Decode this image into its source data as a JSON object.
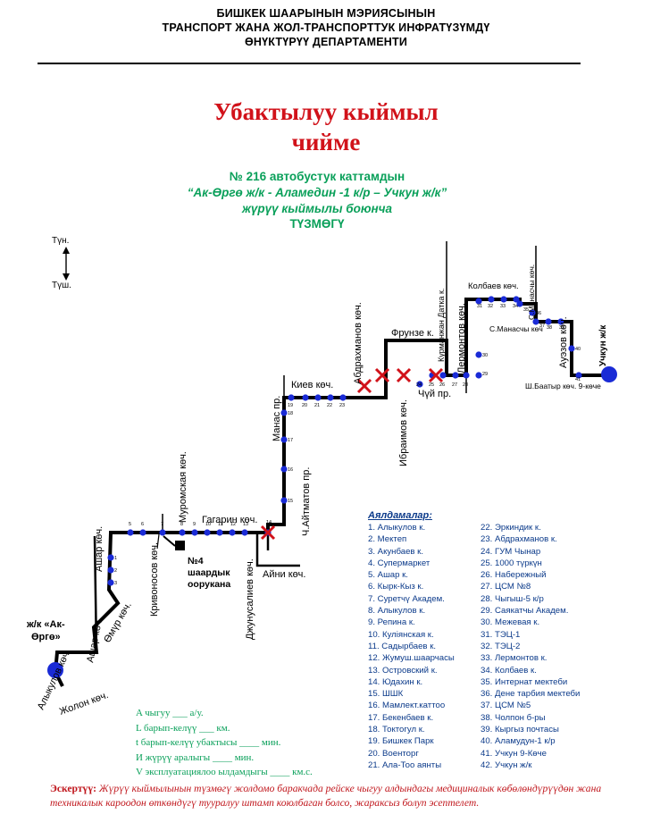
{
  "header": {
    "line1": "БИШКЕК ШААРЫНЫН  МЭРИЯСЫНЫН",
    "line2": "ТРАНСПОРТ ЖАНА ЖОЛ-ТРАНСПОРТТУК ИНФРАТҮЗҮМДҮ",
    "line3": "ӨНҮКТҮРҮҮ ДЕПАРТАМЕНТИ"
  },
  "title": {
    "line1": "Убактылуу кыймыл",
    "line2": "чийме"
  },
  "subtitle": {
    "line1": "№ 216  автобустук каттамдын",
    "line2": "“Ак-Өргө ж/к  - Аламедин -1 к/р – Учкун ж/к”",
    "line3": "жүрүү кыймылы боюнча",
    "line4": "ТҮЗМӨГҮ"
  },
  "compass": {
    "north": "Түн.",
    "south": "Түш."
  },
  "colors": {
    "route": "#000000",
    "stop": "#1a2bd6",
    "closure": "#d1121a",
    "terminal": "#1a2bd6",
    "title": "#d1121a",
    "subtitle": "#0aa05a",
    "legend": "#0b3a8a"
  },
  "map": {
    "terminal_start": "ж/к «Ак-\nӨргө»",
    "terminal_end": "Учкун ж/к",
    "depot_label": "№4\nшаардык\nоорукана",
    "streets": {
      "alykulov": "Алыкулов көч.",
      "jolon": "Жолон көч.",
      "ashar_low": "Ашар көч.",
      "omur": "Өмүр көч.",
      "ashar_up": "Ашар көч.",
      "krivonosov": "Кривоносов көч.",
      "muromskaya": "Муромская көч.",
      "gagarin": "Гагарин көч.",
      "junusaliev": "Джунусалиев көч.",
      "ainy": "Айни көч.",
      "aitmatov": "Ч.Айтматов пр.",
      "manas": "Манас пр.",
      "kiev": "Киев көч.",
      "abdrakhmanov": "Абдрахманов көч.",
      "ibraimov": "Ибраимов көч.",
      "frunze": "Фрунзе к.",
      "chui": "Чүй пр.",
      "kurmanjan": "Курманжан Датка к.",
      "lermontov": "Лермонтов көч.",
      "kolbaev": "Колбаев көч.",
      "manas_s": "С.Манасчы көч",
      "manas_s2": "С.Манасчы көч.",
      "auezov": "Ауэзов көч.",
      "baatyr": "Ш.Баатыр көч. 9-көче"
    },
    "stop_numbers": [
      "1",
      "2",
      "3",
      "5",
      "6",
      "7",
      "8",
      "9",
      "10",
      "11",
      "12",
      "13",
      "14",
      "15",
      "16",
      "17",
      "18",
      "19",
      "20",
      "21",
      "22",
      "23",
      "24",
      "25",
      "26",
      "27",
      "28",
      "29",
      "30",
      "31",
      "32",
      "33",
      "34",
      "35",
      "36",
      "37",
      "38",
      "39",
      "40",
      "41"
    ]
  },
  "legend": {
    "heading": "Аялдамалар:",
    "col1": [
      "1. Алыкулов к.",
      "2. Мектеп",
      "3. Акунбаев к.",
      "4. Супермаркет",
      "5. Ашар к.",
      "6. Кырк-Кыз к.",
      "7. Суретчү Академ.",
      "8. Алыкулов к.",
      "9. Репина к.",
      "10. Куліянская к.",
      "11. Садырбаев к.",
      "12. Жумуш.шаарчасы",
      "13. Островский к.",
      "14. Юдахин к.",
      "15. ШШК",
      "16. Мамлект.каттоо",
      "17. Бекенбаев к.",
      "18. Токтогул к.",
      "19. Бишкек Парк",
      "20. Военторг",
      "21. Ала-Тоо аянты"
    ],
    "col2": [
      "22. Эркиндик к.",
      "23. Абдрахманов к.",
      "24. ГУМ Чынар",
      "25. 1000 түркүн",
      "26. Набережный",
      "27. ЦСМ №8",
      "28. Чыгыш-5 к/р",
      "29. Саякатчы Академ.",
      "30. Межевая к.",
      "31. ТЭЦ-1",
      "32. ТЭЦ-2",
      "33. Лермонтов к.",
      "34. Колбаев к.",
      "35. Интернат мектеби",
      "36. Дене тарбия мектеби",
      "37. ЦСМ №5",
      "38. Чолпон б-ры",
      "39. Кыргыз почтасы",
      "40. Аламудун-1 к/р",
      "41. Учкун 9-Көче",
      "42. Учкун ж/к"
    ]
  },
  "info": {
    "line1": "A чыгуу ___  а/у.",
    "line2": "L барып-келүү ___  км.",
    "line3": "t барып-келүү убактысы ____ мин.",
    "line4": "И жүрүү аралыгы ____  мин.",
    "line5": "V эксплуатациялоо ылдамдыгы ____ км.с."
  },
  "note": {
    "label": "Эскертүү:",
    "text": " Жүрүү кыймылынын түзмөгү жолдомо баракчада рейске чыгуу алдындагы медициналык көбөлөндүрүүдөн жана техникалык кароодон өткөндүгү тууралуу штамп коюлбаган болсо, жараксыз болуп эсептелет."
  }
}
